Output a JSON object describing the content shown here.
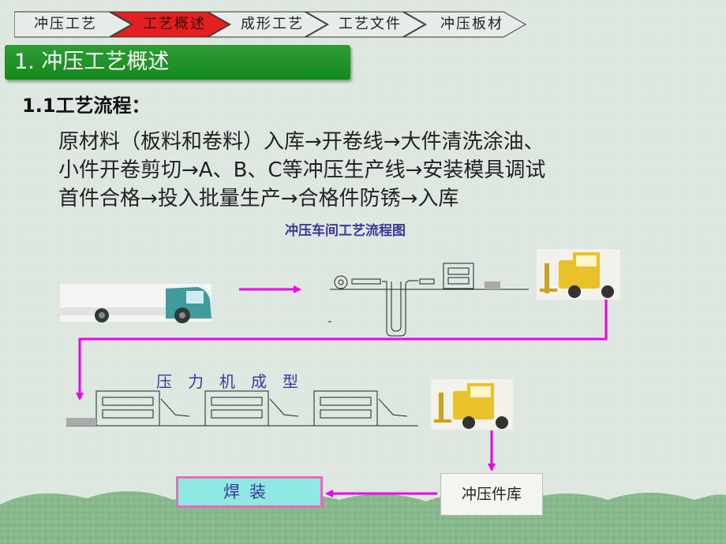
{
  "nav": {
    "items": [
      {
        "label": "冲压工艺"
      },
      {
        "label": "工艺概述"
      },
      {
        "label": "成形工艺"
      },
      {
        "label": "工艺文件"
      },
      {
        "label": "冲压板材"
      }
    ],
    "active_index": 1
  },
  "section": {
    "title": "1. 冲压工艺概述"
  },
  "subsection": {
    "heading": "1.1工艺流程："
  },
  "process_text": {
    "line1": "原材料（板料和卷料）入库→开卷线→大件清洗涂油、",
    "line2": "小件开卷剪切→A、B、C等冲压生产线→安装模具调试",
    "line3": "首件合格→投入批量生产→合格件防锈→入库"
  },
  "diagram": {
    "title": "冲压车间工艺流程图",
    "press_label": "压力机成型",
    "weld_label": "焊装",
    "store_label": "冲压件库"
  },
  "colors": {
    "nav_active": "#e41f1f",
    "nav_inactive": "#e6ece7",
    "section_bar": "#1f9128",
    "arrow": "#ee00ee",
    "diagram_text": "#3b37a0",
    "forklift": "#e9c12a"
  }
}
